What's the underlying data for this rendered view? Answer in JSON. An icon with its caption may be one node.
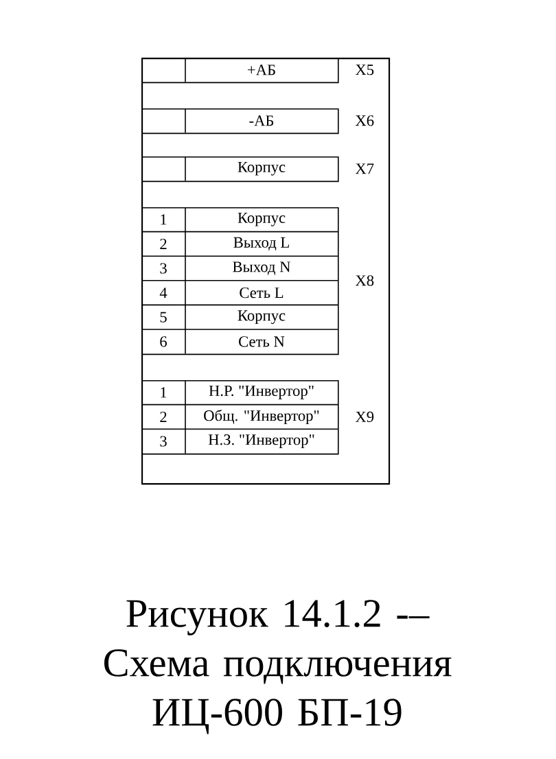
{
  "diagram": {
    "caption": "Рисунок 14.1.2 -– Схема подключения ИЦ-600 БП-19",
    "nodes": [
      {
        "text": [],
        "shape": "box"
      },
      {
        "text": [
          "+АБ"
        ],
        "beside": [
          "X5"
        ],
        "in": 0
      },
      {
        "text": [
          "-АБ"
        ],
        "beside": [
          "X6"
        ],
        "in": 0
      },
      {
        "text": [
          "Корпус"
        ],
        "beside": [
          "X7"
        ],
        "in": 0
      },
      {
        "text": [
          "1",
          "Корпус",
          "2",
          "Выход L",
          "3",
          "Выход N",
          "4",
          "Сеть L",
          "5",
          "Корпус",
          "6",
          "Сеть N"
        ],
        "beside": [
          "X8"
        ],
        "in": 0
      },
      {
        "text": [
          "1",
          "Н.Р. \"Инвертор\"",
          "2",
          "Общ. \"Инвертор\"",
          "3",
          "Н.З. \"Инвертор\""
        ],
        "beside": [
          "X9"
        ],
        "in": 0
      }
    ]
  }
}
